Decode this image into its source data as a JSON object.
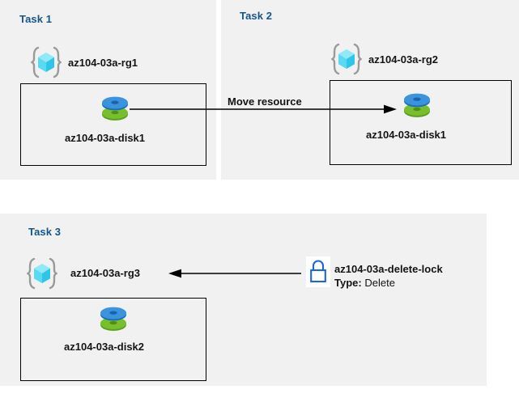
{
  "diagram": {
    "title_color": "#14568c",
    "panel_bg": "#f1f1f1",
    "page_bg": "#ffffff",
    "box_border": "#000000",
    "accent_blue": "#1b7ce0",
    "disk_blue": "#3b92dd",
    "disk_green": "#79be2b",
    "lock_blue": "#1a66dd",
    "rg_cyan": "#6fe0f5",
    "rg_bracket": "#9a9a9a"
  },
  "panels": [
    {
      "id": "task1",
      "title": "Task 1",
      "resource_group": {
        "icon": "resource-group-icon",
        "label": "az104-03a-rg1"
      },
      "resource": {
        "icon": "managed-disk-icon",
        "label": "az104-03a-disk1"
      }
    },
    {
      "id": "task2",
      "title": "Task 2",
      "resource_group": {
        "icon": "resource-group-icon",
        "label": "az104-03a-rg2"
      },
      "resource": {
        "icon": "managed-disk-icon",
        "label": "az104-03a-disk1"
      }
    },
    {
      "id": "task3",
      "title": "Task 3",
      "resource_group": {
        "icon": "resource-group-icon",
        "label": "az104-03a-rg3"
      },
      "resource": {
        "icon": "managed-disk-icon",
        "label": "az104-03a-disk2"
      },
      "lock": {
        "icon": "padlock-icon",
        "label": "az104-03a-delete-lock",
        "type_key": "Type:",
        "type_value": "Delete"
      }
    }
  ],
  "connectors": [
    {
      "id": "move-resource-arrow",
      "label": "Move resource",
      "direction": "right"
    },
    {
      "id": "lock-assignment-arrow",
      "label": "",
      "direction": "left"
    }
  ]
}
